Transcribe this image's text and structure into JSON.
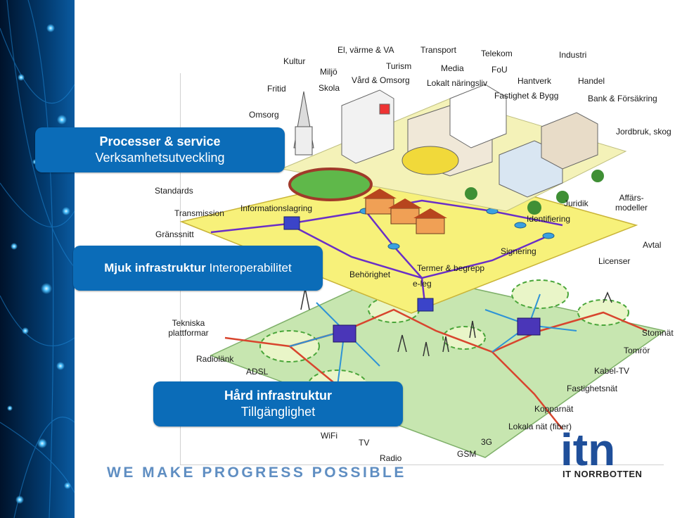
{
  "boxes": {
    "processer": {
      "title": "Processer & service",
      "subtitle": "Verksamhetsutveckling"
    },
    "mjuk": {
      "title": "Mjuk infrastruktur",
      "subtitle": "Interoperabilitet"
    },
    "hard": {
      "title": "Hård infrastruktur",
      "subtitle": "Tillgänglighet"
    }
  },
  "top_labels": {
    "kultur": "Kultur",
    "el_varme_va": "El, värme & VA",
    "transport": "Transport",
    "telekom": "Telekom",
    "industri": "Industri",
    "miljo": "Miljö",
    "turism": "Turism",
    "media": "Media",
    "fou": "FoU",
    "fritid": "Fritid",
    "skola": "Skola",
    "vard_omsorg": "Vård & Omsorg",
    "lokalt_naringsliv": "Lokalt näringsliv",
    "hantverk": "Hantverk",
    "handel": "Handel",
    "fastighet_bygg": "Fastighet & Bygg",
    "bank_forsakring": "Bank & Försäkring",
    "omsorg": "Omsorg",
    "jordbruk_skog": "Jordbruk, skog"
  },
  "middle_labels": {
    "standards": "Standards",
    "transmission": "Transmission",
    "informationslagring": "Informationslagring",
    "juridik": "Juridik",
    "affars": "Affärs-",
    "modeller": "modeller",
    "identifiering": "Identifiering",
    "granssnitt": "Gränssnitt",
    "signering": "Signering",
    "avtal": "Avtal",
    "licenser": "Licenser",
    "behorighet": "Behörighet",
    "termer_begrepp": "Termer & begrepp",
    "e_leg": "e-leg"
  },
  "bottom_labels": {
    "tekniska": "Tekniska",
    "plattformar": "plattformar",
    "stomnat": "Stomnät",
    "tomror": "Tomrör",
    "radiolank": "Radiolänk",
    "adsl": "ADSL",
    "kabel_tv": "Kabel-TV",
    "fastighetsnat": "Fastighetsnät",
    "kopparnat": "Kopparnät",
    "lokala_nat": "Lokala nät (fiber)",
    "wifi": "WiFi",
    "tv": "TV",
    "three_g": "3G",
    "gsm": "GSM",
    "radio": "Radio"
  },
  "footer": {
    "tagline": "WE MAKE PROGRESS POSSIBLE",
    "logo_text": "itn",
    "logo_sub": "IT NORRBOTTEN"
  },
  "colors": {
    "box_blue": "#0b6cb8",
    "top_layer": "#f4f2b8",
    "middle_layer": "#f7f17a",
    "bottom_layer": "#c7e6b0",
    "network_purple": "#6a2fc7",
    "network_red": "#d8452e",
    "network_blue": "#2e93d6",
    "tagline": "#5f8ec2"
  }
}
